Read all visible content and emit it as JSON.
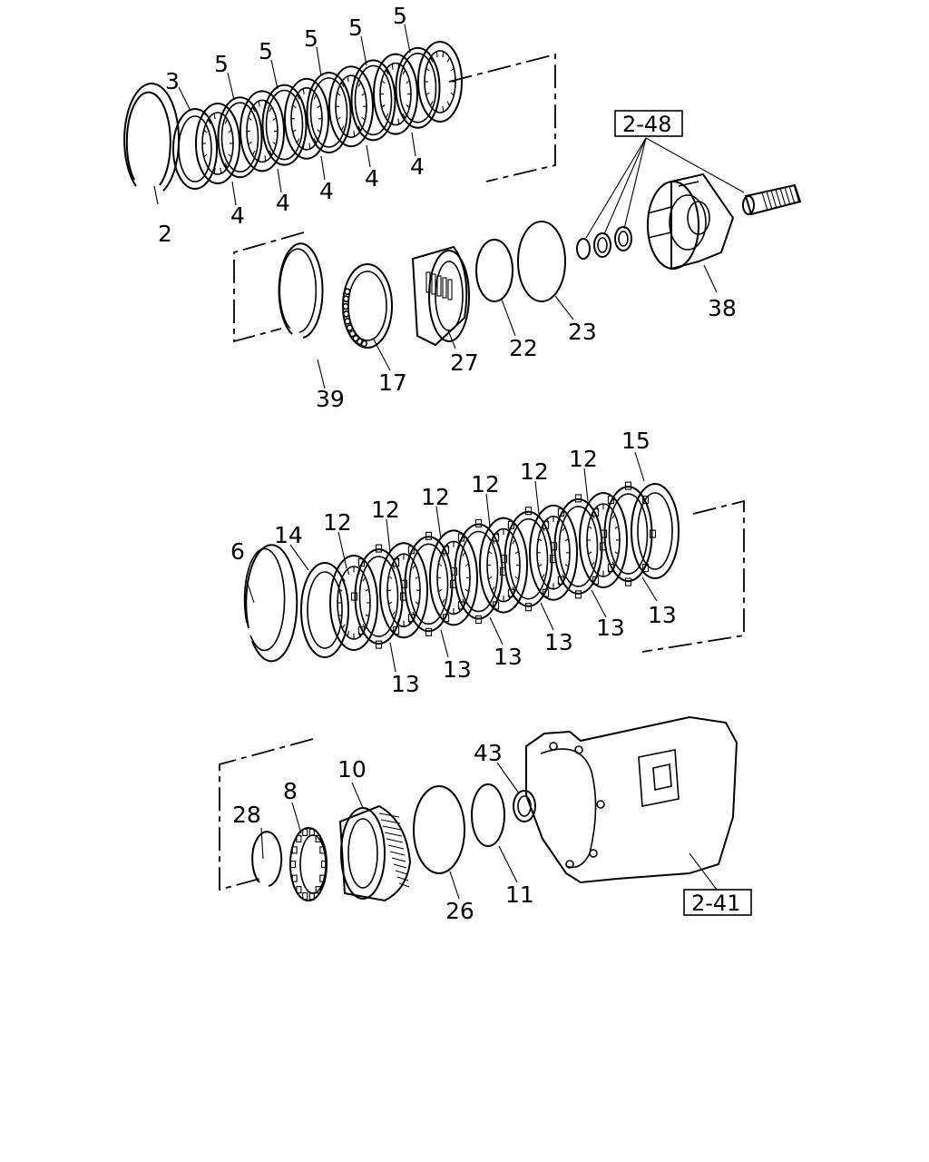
{
  "labels": {
    "p2": "2",
    "p3": "3",
    "p4a": "4",
    "p4b": "4",
    "p4c": "4",
    "p4d": "4",
    "p4e": "4",
    "p5a": "5",
    "p5b": "5",
    "p5c": "5",
    "p5d": "5",
    "p5e": "5",
    "p6": "6",
    "p8": "8",
    "p10": "10",
    "p11": "11",
    "p12a": "12",
    "p12b": "12",
    "p12c": "12",
    "p12d": "12",
    "p12e": "12",
    "p12f": "12",
    "p13a": "13",
    "p13b": "13",
    "p13c": "13",
    "p13d": "13",
    "p13e": "13",
    "p13f": "13",
    "p14": "14",
    "p15": "15",
    "p17": "17",
    "p22": "22",
    "p23": "23",
    "p26": "26",
    "p27": "27",
    "p28": "28",
    "p38": "38",
    "p39": "39",
    "p43": "43"
  },
  "references": {
    "ref248": "2-48",
    "ref241": "2-41"
  }
}
